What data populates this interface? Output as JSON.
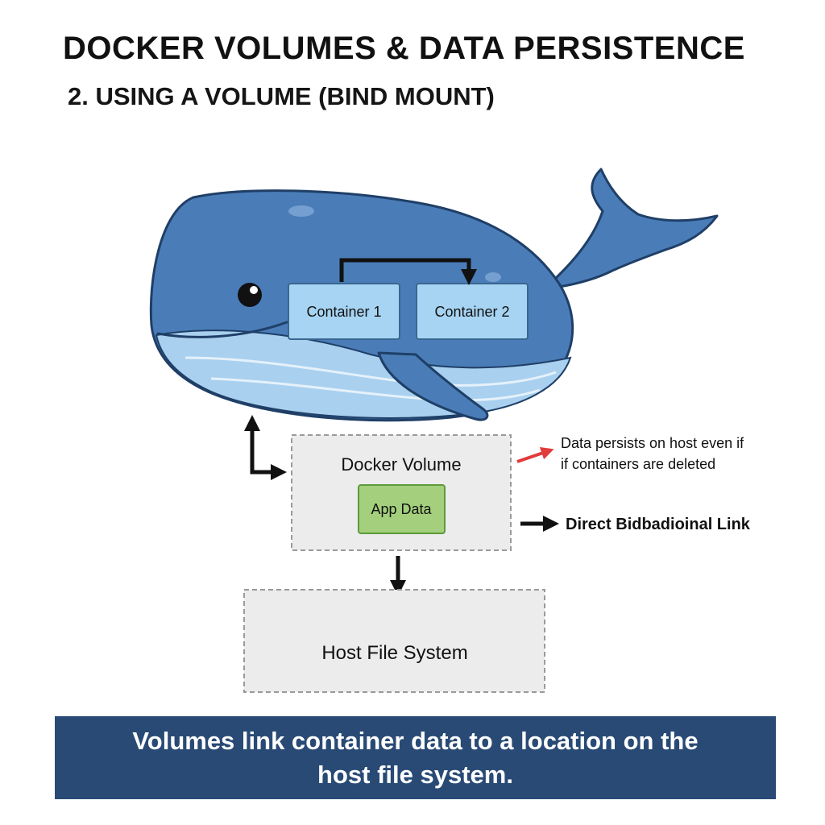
{
  "header": {
    "title": "DOCKER VOLUMES & DATA PERSISTENCE",
    "subtitle": "2. USING A VOLUME (BIND MOUNT)"
  },
  "diagram": {
    "containers": [
      "Container 1",
      "Container 2"
    ],
    "volume": {
      "title": "Docker Volume",
      "data_label": "App Data"
    },
    "host": {
      "title": "Host File System"
    },
    "notes": {
      "persist_line1": "Data persists on host even if",
      "persist_line2": "if containers are deleted",
      "link": "Direct Bidbadioinal Link"
    },
    "icons": [
      "whale-icon"
    ],
    "colors": {
      "whale_body": "#4a7db8",
      "whale_belly": "#a9d0ef",
      "container_fill": "#a7d4f2",
      "app_data_fill": "#a4d07d",
      "dashed_box_fill": "#ececec",
      "banner": "#284a75",
      "red_arrow": "#e23b3b"
    }
  },
  "footer": {
    "caption": "Volumes link container data to a location on the host file system."
  }
}
